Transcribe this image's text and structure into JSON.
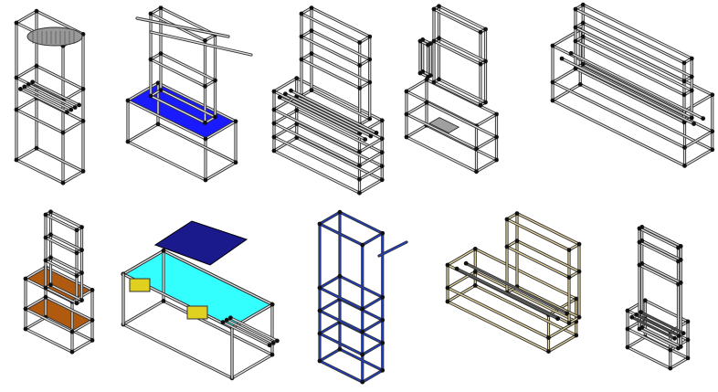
{
  "colors": {
    "tube": "#8a8a8a",
    "tube_highlight": "#e6e6e6",
    "joint": "#111111",
    "blue_panel": "#1a1aff",
    "brown_panel": "#b05a10",
    "cyan_panel": "#33ffff",
    "navy_bins": "#1a1a8c",
    "yellow_bins": "#e0d020",
    "blue_tube": "#1f3fd0",
    "cream_tube": "#e8d9a0",
    "gray_plate": "#a0a0a0"
  },
  "figures": [
    {
      "id": "rack-roll-holder",
      "row": 1
    },
    {
      "id": "workbench-blue-top",
      "row": 1
    },
    {
      "id": "flow-rack-shelves",
      "row": 1
    },
    {
      "id": "tall-frame-gray-plate",
      "row": 1
    },
    {
      "id": "long-double-rack",
      "row": 1
    },
    {
      "id": "cart-brown-shelves",
      "row": 2
    },
    {
      "id": "workstation-cyan-top",
      "row": 2
    },
    {
      "id": "blue-tube-rack",
      "row": 2
    },
    {
      "id": "cream-tube-assembly",
      "row": 2
    },
    {
      "id": "small-roller-rack",
      "row": 2
    }
  ]
}
